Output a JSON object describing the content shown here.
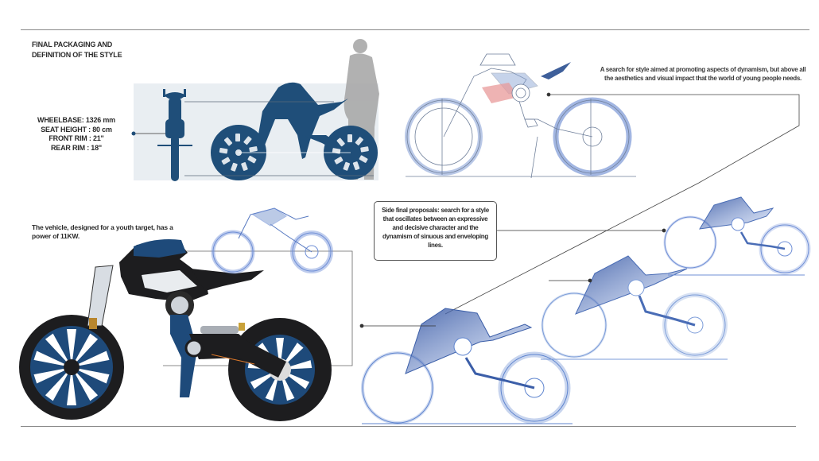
{
  "board": {
    "title_line1": "FINAL PACKAGING AND",
    "title_line2": "DEFINITION OF THE STYLE",
    "specs": {
      "wheelbase": "WHEELBASE: 1326 mm",
      "seat_height": "SEAT HEIGHT : 80 cm",
      "front_rim": "FRONT RIM : 21\"",
      "rear_rim": "REAR RIM : 18\""
    },
    "power_note_line1": "The vehicle, designed for a youth target, has a",
    "power_note_line2": "power of 11KW.",
    "style_note": "A search for style aimed at promoting aspects of dynamism, but above all the aesthetics and visual impact that the world of young people needs.",
    "proposal_note": "Side final proposals: search for a style that oscillates between an expressive and decisive character and the dynamism of sinuous and enveloping lines."
  },
  "colors": {
    "silhouette_blue": "#1f4e79",
    "render_blue": "#1e4a7a",
    "sketch_blue": "#5b7fc4",
    "human_gray": "#a8a8a8",
    "accent_red": "#e89a9a",
    "panel_bg": "#e9eef2",
    "text": "#2a2a2a"
  },
  "illustrations": [
    {
      "name": "front-view-silhouette"
    },
    {
      "name": "side-view-silhouette-with-rider-scale"
    },
    {
      "name": "line-sketch-top-right"
    },
    {
      "name": "final-render"
    },
    {
      "name": "small-sketch-center"
    },
    {
      "name": "side-proposal-sketch-1"
    },
    {
      "name": "side-proposal-sketch-2"
    },
    {
      "name": "side-proposal-sketch-3"
    }
  ]
}
